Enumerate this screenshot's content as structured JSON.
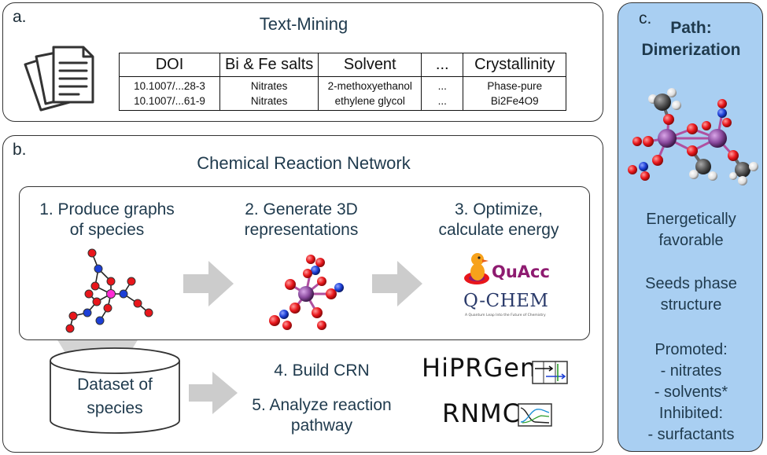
{
  "panel_a": {
    "letter": "a.",
    "title": "Text-Mining",
    "table": {
      "headers": [
        "DOI",
        "Bi & Fe salts",
        "Solvent",
        "...",
        "Crystallinity"
      ],
      "rows": [
        [
          "10.1007/...28-3",
          "Nitrates",
          "2-methoxyethanol",
          "...",
          "Phase-pure"
        ],
        [
          "10.1007/...61-9",
          "Nitrates",
          "ethylene glycol",
          "...",
          "Bi2Fe4O9"
        ]
      ]
    }
  },
  "panel_b": {
    "letter": "b.",
    "title": "Chemical Reaction Network",
    "step1": [
      "1. Produce graphs",
      "of species"
    ],
    "step2": [
      "2. Generate 3D",
      "representations"
    ],
    "step3": [
      "3. Optimize,",
      "calculate energy"
    ],
    "dataset": [
      "Dataset of",
      "species"
    ],
    "step4": "4. Build CRN",
    "step5": [
      "5. Analyze reaction",
      "pathway"
    ],
    "logos": {
      "quacc": "QuAcc",
      "qchem": "Q-CHEM",
      "qchem_tag": "A Quantum Leap Into the Future of Chemistry",
      "hiprgen": "HiPRGen",
      "rnmc": "RNMC"
    }
  },
  "panel_c": {
    "letter": "c.",
    "title": [
      "Path:",
      "Dimerization"
    ],
    "line1": [
      "Energetically",
      "favorable"
    ],
    "line2": [
      "Seeds phase",
      "structure"
    ],
    "line3": [
      "Promoted:",
      "- nitrates",
      "- solvents*",
      "Inhibited:",
      "- surfactants"
    ]
  },
  "colors": {
    "panel_c_bg": "#a9cff2",
    "arrow": "#cccccc",
    "oxygen": "#e8161b",
    "nitrogen": "#1c3fd6",
    "center_atom": "#ff2bd6",
    "metal": "#8a4a9e",
    "quacc_text": "#8e1b70"
  }
}
